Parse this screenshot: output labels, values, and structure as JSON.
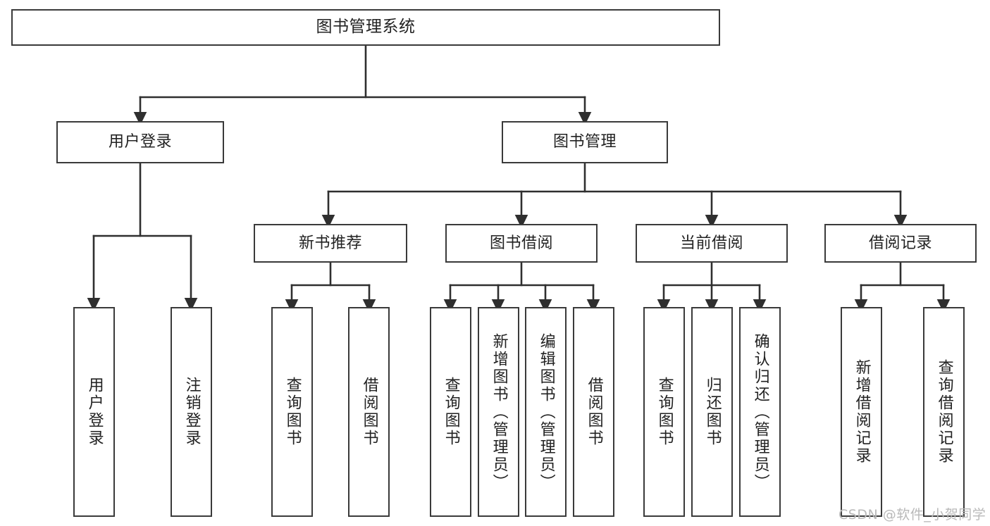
{
  "diagram": {
    "type": "tree",
    "title": "图书管理系统",
    "watermark": "CSDN @软件_小贺同学",
    "colors": {
      "border": "#3a3a3a",
      "background": "#ffffff",
      "text": "#222222",
      "edge": "#2f2f2f",
      "watermark": "#b9b9b9"
    },
    "nodes": {
      "root": {
        "label": "图书管理系统"
      },
      "level2": [
        {
          "label": "用户登录"
        },
        {
          "label": "图书管理"
        }
      ],
      "level3": [
        {
          "label": "新书推荐"
        },
        {
          "label": "图书借阅"
        },
        {
          "label": "当前借阅"
        },
        {
          "label": "借阅记录"
        }
      ],
      "leaves": {
        "user_login": [
          {
            "label": "用户登录"
          },
          {
            "label": "注销登录"
          }
        ],
        "new_book_recommend": [
          {
            "label": "查询图书"
          },
          {
            "label": "借阅图书"
          }
        ],
        "book_borrow": [
          {
            "label": "查询图书"
          },
          {
            "label": "新增图书（管理员）"
          },
          {
            "label": "编辑图书（管理员）"
          },
          {
            "label": "借阅图书"
          }
        ],
        "current_borrow": [
          {
            "label": "查询图书"
          },
          {
            "label": "归还图书"
          },
          {
            "label": "确认归还（管理员）"
          }
        ],
        "borrow_record": [
          {
            "label": "新增借阅记录"
          },
          {
            "label": "查询借阅记录"
          }
        ]
      }
    }
  }
}
